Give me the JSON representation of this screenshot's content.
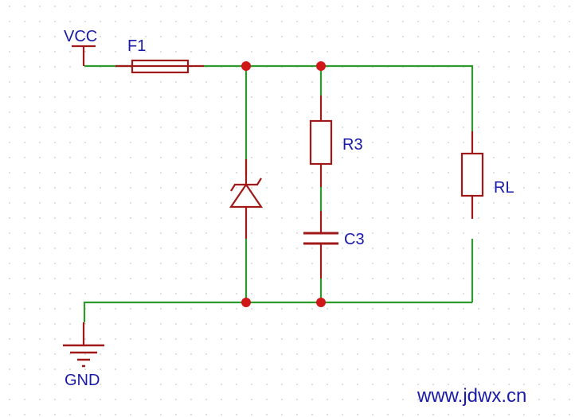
{
  "schematic": {
    "labels": {
      "vcc": "VCC",
      "fuse": "F1",
      "resistor": "R3",
      "capacitor": "C3",
      "load": "RL",
      "ground": "GND"
    },
    "watermark": "www.jdwx.cn",
    "colors": {
      "wire": "#2e9a2e",
      "component": "#a01818",
      "junction": "#d01818",
      "text": "#1a1aa8",
      "grid_dot": "#c8c8c8"
    }
  }
}
